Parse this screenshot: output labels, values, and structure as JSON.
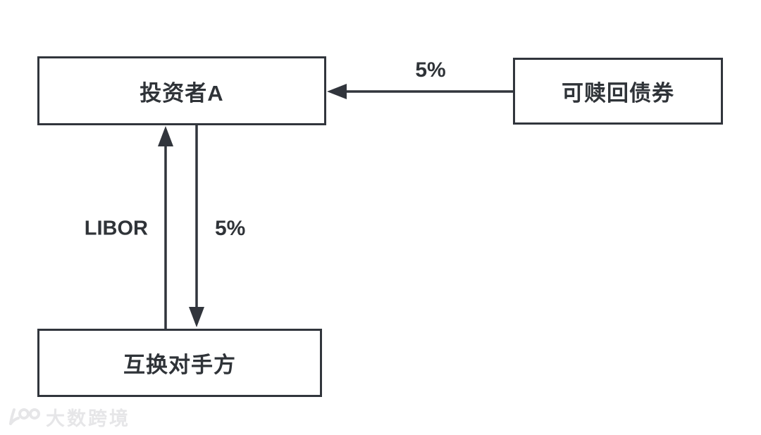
{
  "diagram": {
    "nodes": {
      "investor": {
        "label": "投资者A"
      },
      "callable_bond": {
        "label": "可赎回债券"
      },
      "counterparty": {
        "label": "互换对手方"
      }
    },
    "edges": {
      "bond_to_investor": {
        "label": "5%",
        "direction": "right-to-left"
      },
      "counterparty_to_investor": {
        "label": "LIBOR",
        "direction": "up"
      },
      "investor_to_counterparty": {
        "label": "5%",
        "direction": "down"
      }
    },
    "colors": {
      "line": "#31353c",
      "text": "#2f3338",
      "background": "#ffffff",
      "watermark": "#e6e6e8"
    }
  },
  "watermark": {
    "logo": "10100-rings-logo",
    "text": "大数跨境"
  }
}
